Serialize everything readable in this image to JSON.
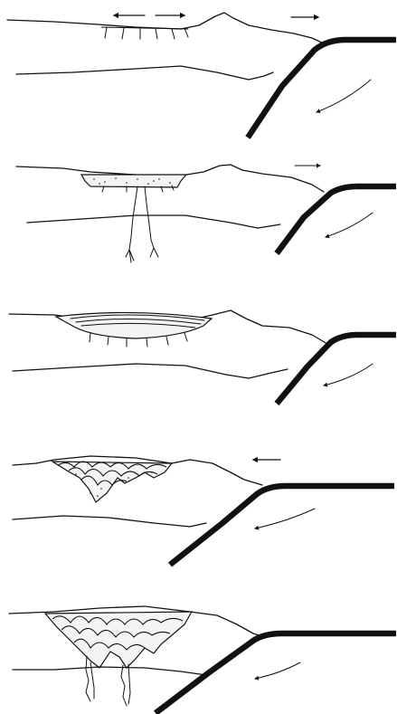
{
  "diagram": {
    "type": "tectonic-evolution-cross-sections",
    "panel_count": 5,
    "stages": [
      {
        "id": 1,
        "motion": "extension",
        "features": [
          "rift-normal-faults",
          "volcanic-arc",
          "subducting-slab"
        ]
      },
      {
        "id": 2,
        "motion": "extension",
        "features": [
          "sediment-basin",
          "feeder-dikes",
          "volcanic-arc",
          "subducting-slab"
        ]
      },
      {
        "id": 3,
        "motion": "subsidence",
        "features": [
          "layered-basin-fill",
          "volcanic-arc",
          "subducting-slab"
        ]
      },
      {
        "id": 4,
        "motion": "compression",
        "features": [
          "folded-basin",
          "subducting-slab"
        ]
      },
      {
        "id": 5,
        "motion": "compression",
        "features": [
          "folded-basin",
          "intrusive-roots",
          "subducting-slab"
        ]
      }
    ],
    "colors": {
      "line": "#111111",
      "background": "#ffffff"
    }
  }
}
